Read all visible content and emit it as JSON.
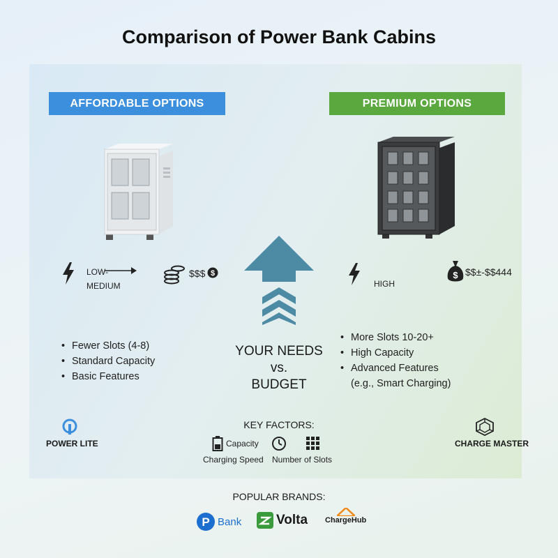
{
  "title": "Comparison of Power Bank Cabins",
  "affordable": {
    "banner": "AFFORDABLE OPTIONS",
    "capacity_label_1": "LOW-",
    "capacity_label_2": "MEDIUM",
    "price": "$$$",
    "features": [
      "Fewer Slots (4-8)",
      "Standard Capacity",
      "Basic Features"
    ],
    "brand": "POWER LITE"
  },
  "premium": {
    "banner": "PREMIUM OPTIONS",
    "capacity_label": "HIGH",
    "price": "$$±-$$444",
    "features": [
      "More Slots 10-20+",
      "High Capacity",
      "Advanced Features",
      "(e.g., Smart Charging)"
    ],
    "brand": "CHARGE MASTER"
  },
  "center": {
    "line1": "YOUR NEEDS",
    "line2": "vs.",
    "line3": "BUDGET"
  },
  "key_factors": {
    "title": "KEY FACTORS:",
    "capacity": "Capacity",
    "charging_speed": "Charging Speed",
    "slots": "Number of Slots"
  },
  "popular": {
    "title": "POPULAR BRANDS:",
    "brands": [
      "Bank",
      "Volta",
      "ChargeHub"
    ]
  },
  "colors": {
    "affordable": "#3b8fdc",
    "premium": "#5aa83e",
    "arrow": "#4d8aa3"
  }
}
